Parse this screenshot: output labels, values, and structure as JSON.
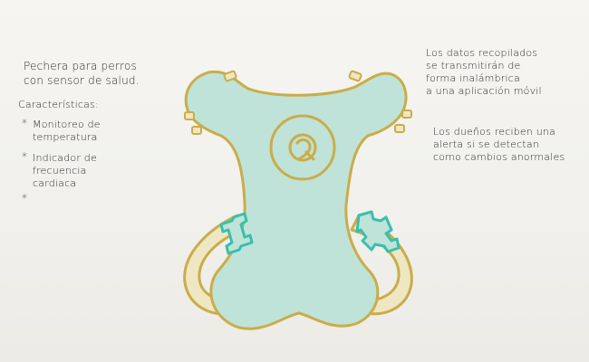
{
  "title": {
    "line1": "Pechera para perros",
    "line2": "con sensor de salud."
  },
  "features": {
    "heading": "Características:",
    "items": [
      {
        "bullet": "*",
        "line1": "Monitoreo de",
        "line2": "temperatura"
      },
      {
        "bullet": "*",
        "line1": "Indicador de",
        "line2": "frecuencia",
        "line3": "cardiaca"
      },
      {
        "bullet": "*"
      }
    ]
  },
  "notes": {
    "transmission": {
      "line1": "Los datos recopilados",
      "line2": "se transmitirán de",
      "line3": "forma inalámbrica",
      "line4": "a una aplicación móvil"
    },
    "alert": {
      "line1": "Los dueños reciben una",
      "line2": "alerta si se detectan",
      "line3": "como cambios anormales"
    }
  },
  "colors": {
    "harness_fill": "#bfe3d8",
    "harness_outline": "#c9ad4a",
    "buckle": "#38bfae",
    "ink": "#2b2b2b"
  }
}
